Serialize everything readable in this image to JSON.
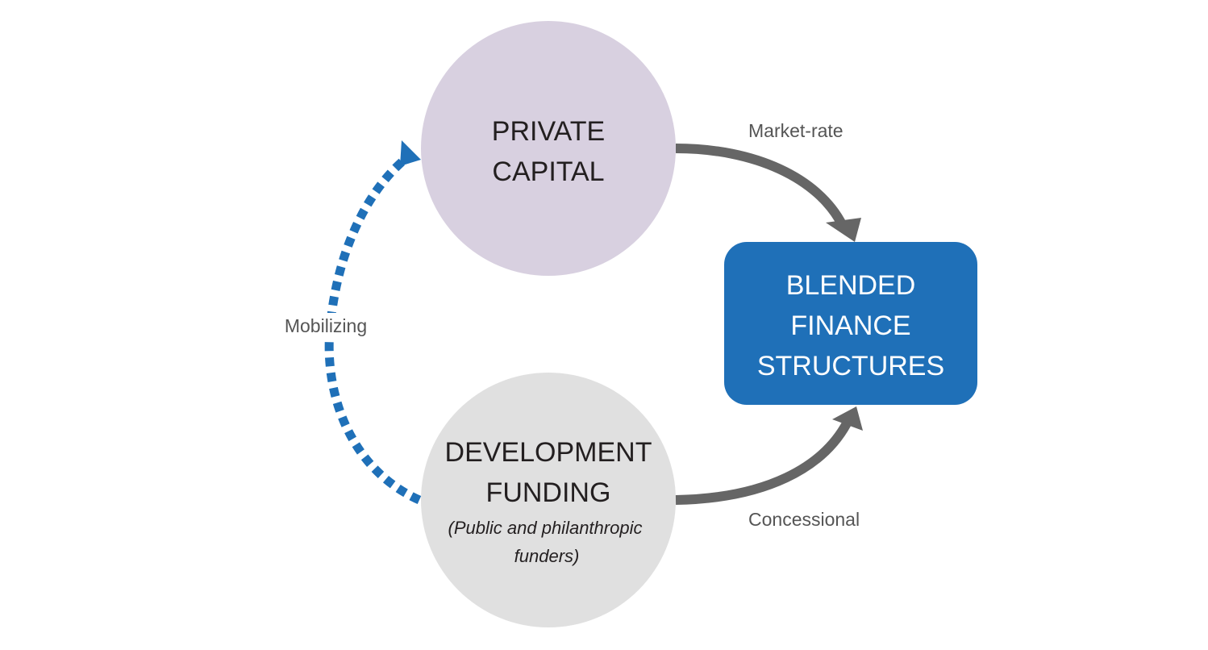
{
  "nodes": {
    "private_capital": {
      "line1": "PRIVATE",
      "line2": "CAPITAL",
      "color": "#d8d0e0"
    },
    "development_funding": {
      "line1": "DEVELOPMENT",
      "line2": "FUNDING",
      "sub_line1": "(Public and philanthropic",
      "sub_line2": "funders)",
      "color": "#e0e0e0"
    },
    "blended_finance": {
      "line1": "BLENDED",
      "line2": "FINANCE",
      "line3": "STRUCTURES",
      "color": "#1f70b8"
    }
  },
  "edges": {
    "market_rate": {
      "label": "Market-rate",
      "color": "#666666"
    },
    "concessional": {
      "label": "Concessional",
      "color": "#666666"
    },
    "mobilizing": {
      "label": "Mobilizing",
      "color": "#1f70b8"
    }
  }
}
